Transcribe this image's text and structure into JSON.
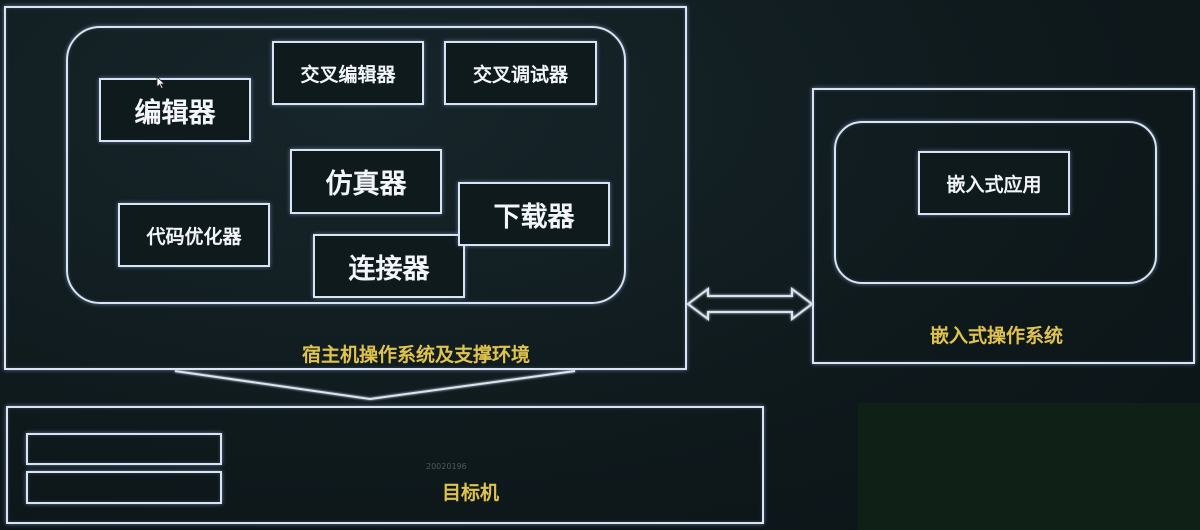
{
  "host": {
    "label": "宿主机操作系统及支撑环境",
    "tools": {
      "editor": "编辑器",
      "cross_editor": "交叉编辑器",
      "cross_debugger": "交叉调试器",
      "simulator": "仿真器",
      "downloader": "下载器",
      "code_optimizer": "代码优化器",
      "linker": "连接器"
    }
  },
  "embedded": {
    "os_label": "嵌入式操作系统",
    "app_label": "嵌入式应用"
  },
  "target": {
    "label": "目标机",
    "watermark": "20020196"
  },
  "colors": {
    "box_stroke": "#d9e3f2",
    "label_yellow": "#e0c34d",
    "background": "#0f1a1d"
  }
}
